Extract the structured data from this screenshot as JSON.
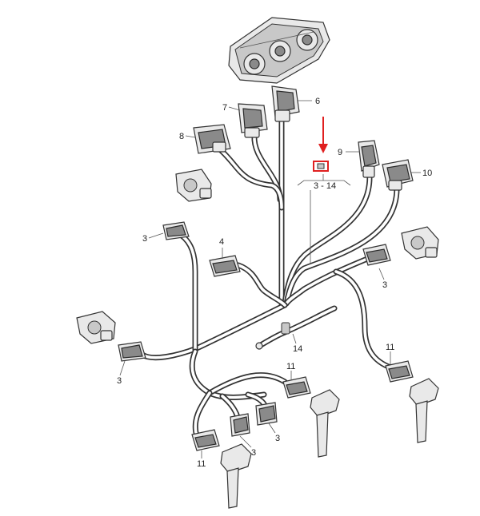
{
  "callouts": {
    "c3_left_top": "3",
    "c4": "4",
    "c3_left_bottom": "3",
    "c8": "8",
    "c7": "7",
    "c6": "6",
    "c9": "9",
    "c10": "10",
    "c3_range": "3 - 14",
    "c3_right": "3",
    "c14": "14",
    "c11_center": "11",
    "c11_right": "11",
    "c3_bottom_a": "3",
    "c3_bottom_b": "3",
    "c11_bottom": "11"
  },
  "colors": {
    "highlight": "#e02020",
    "line": "#333333",
    "fill": "#e9e9e9"
  }
}
